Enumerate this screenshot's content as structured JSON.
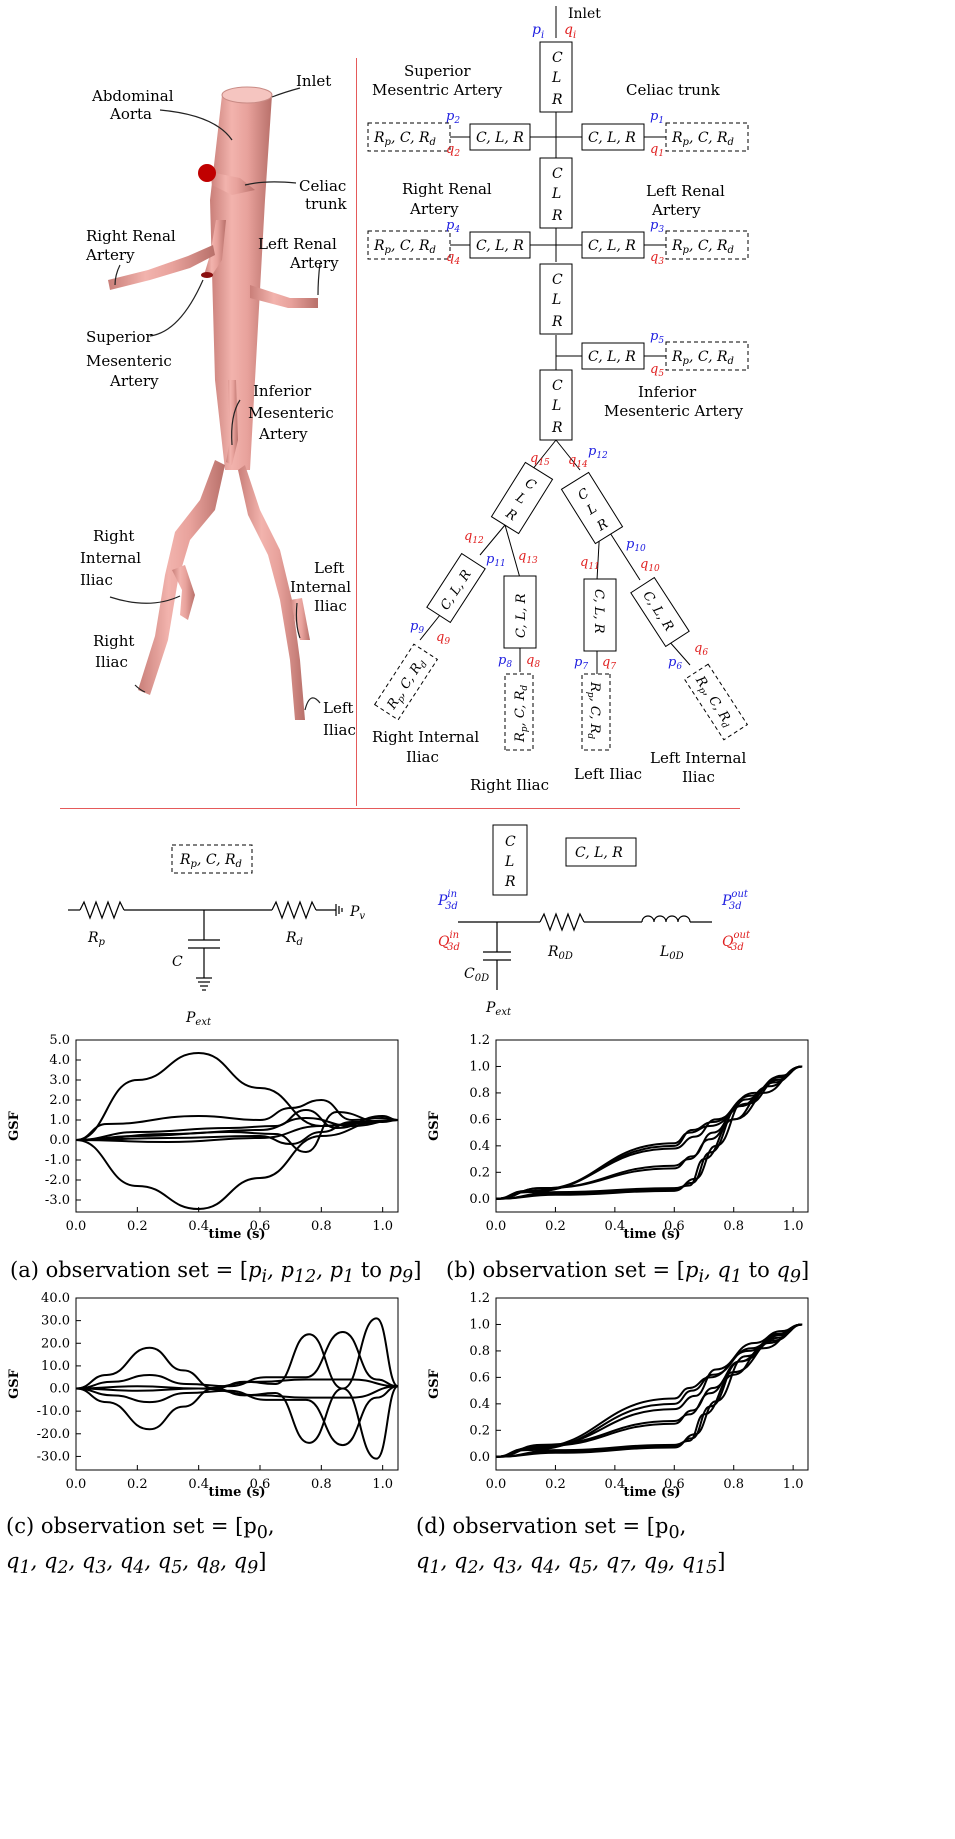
{
  "anatomy": {
    "labels": {
      "inlet": "Inlet",
      "abdominal_aorta": [
        "Abdominal",
        "Aorta"
      ],
      "celiac_trunk": [
        "Celiac",
        "trunk"
      ],
      "right_renal_artery": [
        "Right Renal",
        "Artery"
      ],
      "left_renal_artery": [
        "Left Renal",
        "Artery"
      ],
      "superior_mesenteric_artery": [
        "Superior",
        "Mesenteric",
        "Artery"
      ],
      "inferior_mesenteric_artery": [
        "Inferior",
        "Mesenteric",
        "Artery"
      ],
      "right_internal_iliac": [
        "Right",
        "Internal",
        "Iliac"
      ],
      "left_internal_iliac": [
        "Left",
        "Internal",
        "Iliac"
      ],
      "right_iliac": [
        "Right",
        "Iliac"
      ],
      "left_iliac": [
        "Left",
        "Iliac"
      ]
    }
  },
  "network": {
    "inlet": "Inlet",
    "p_i": "p",
    "q_i": "q",
    "p_i_sub": "i",
    "q_i_sub": "i",
    "clr_block": [
      "C",
      "L",
      "R"
    ],
    "clr_inline": "C, L, R",
    "rcr_inline": "R",
    "rcr_rest": ", C, R",
    "rcr_p": "p",
    "rcr_d": "d",
    "labels": {
      "superior_mesentric": [
        "Superior",
        "Mesentric Artery"
      ],
      "celiac": "Celiac trunk",
      "right_renal": [
        "Right Renal",
        "Artery"
      ],
      "left_renal": [
        "Left Renal",
        "Artery"
      ],
      "inferior_mesenteric": [
        "Inferior",
        "Mesenteric Artery"
      ],
      "right_internal_iliac": [
        "Right Internal",
        "Iliac"
      ],
      "right_iliac": "Right Iliac",
      "left_iliac": "Left Iliac",
      "left_internal_iliac": [
        "Left Internal",
        "Iliac"
      ]
    },
    "ports": {
      "p": "p",
      "q": "q",
      "indices": [
        "1",
        "2",
        "3",
        "4",
        "5",
        "6",
        "7",
        "8",
        "9",
        "10",
        "11",
        "12",
        "13",
        "14",
        "15"
      ]
    }
  },
  "circuits": {
    "rcr_box": "R",
    "rcr_box_rest": ", C, R",
    "rp": "R",
    "rp_sub": "p",
    "rd": "R",
    "rd_sub": "d",
    "c": "C",
    "pv": "P",
    "pv_sub": "v",
    "pext": "P",
    "pext_sub": "ext",
    "clr_box": [
      "C",
      "L",
      "R"
    ],
    "clr_inline_box": "C, L, R",
    "p3d_in": "P",
    "p3d_out": "P",
    "q3d_in": "Q",
    "q3d_out": "Q",
    "sub_3d": "3d",
    "sup_in": "in",
    "sup_out": "out",
    "r0d": "R",
    "l0d": "L",
    "c0d": "C",
    "sub_0d": "0D"
  },
  "chart_data": [
    {
      "type": "line",
      "panel": "a",
      "xlabel": "time (s)",
      "ylabel": "GSF",
      "xlim": [
        0.0,
        1.05
      ],
      "ylim": [
        -3.6,
        5.0
      ],
      "xticks": [
        "0.0",
        "0.2",
        "0.4",
        "0.6",
        "0.8",
        "1.0"
      ],
      "yticks": [
        "5.0",
        "4.0",
        "3.0",
        "2.0",
        "1.0",
        "0.0",
        "-1.0",
        "-2.0",
        "-3.0"
      ],
      "series": [
        {
          "x": [
            0,
            0.2,
            0.4,
            0.6,
            0.8,
            1.0,
            1.05
          ],
          "y": [
            0,
            3.0,
            4.35,
            2.6,
            0.7,
            0.95,
            1.0
          ]
        },
        {
          "x": [
            0,
            0.2,
            0.4,
            0.6,
            0.8,
            1.0,
            1.05
          ],
          "y": [
            0,
            -2.3,
            -3.45,
            -1.9,
            0.2,
            0.95,
            1.0
          ]
        },
        {
          "x": [
            0,
            0.1,
            0.4,
            0.6,
            0.7,
            0.8,
            0.9,
            1.0,
            1.05
          ],
          "y": [
            0,
            0.8,
            1.2,
            1.0,
            1.6,
            2.0,
            1.0,
            1.1,
            1.0
          ]
        },
        {
          "x": [
            0,
            0.2,
            0.5,
            0.65,
            0.75,
            0.85,
            1.0,
            1.05
          ],
          "y": [
            0,
            0.4,
            0.6,
            0.7,
            1.5,
            0.6,
            1.2,
            1.0
          ]
        },
        {
          "x": [
            0,
            0.2,
            0.5,
            0.65,
            0.75,
            0.85,
            1.0,
            1.05
          ],
          "y": [
            0,
            0.2,
            0.4,
            0.3,
            -0.6,
            1.4,
            0.9,
            1.0
          ]
        },
        {
          "x": [
            0,
            0.3,
            0.6,
            0.7,
            0.8,
            0.9,
            1.05
          ],
          "y": [
            0,
            0.1,
            0.2,
            -0.2,
            0.4,
            0.9,
            1.0
          ]
        },
        {
          "x": [
            0,
            0.3,
            0.6,
            0.8,
            0.9,
            1.05
          ],
          "y": [
            0,
            -0.1,
            0.1,
            0.7,
            0.8,
            1.0
          ]
        },
        {
          "x": [
            0,
            0.3,
            0.6,
            0.75,
            0.9,
            1.05
          ],
          "y": [
            0,
            0.3,
            0.5,
            1.1,
            0.7,
            1.0
          ]
        }
      ]
    },
    {
      "type": "line",
      "panel": "b",
      "xlabel": "time (s)",
      "ylabel": "GSF",
      "xlim": [
        0.0,
        1.05
      ],
      "ylim": [
        -0.1,
        1.2
      ],
      "xticks": [
        "0.0",
        "0.2",
        "0.4",
        "0.6",
        "0.8",
        "1.0"
      ],
      "yticks": [
        "1.2",
        "1.0",
        "0.8",
        "0.6",
        "0.4",
        "0.2",
        "0.0"
      ],
      "series": [
        {
          "x": [
            0,
            0.1,
            0.6,
            0.65,
            0.72,
            0.85,
            0.95,
            1.03
          ],
          "y": [
            0,
            0.05,
            0.42,
            0.5,
            0.55,
            0.72,
            0.9,
            1.0
          ]
        },
        {
          "x": [
            0,
            0.1,
            0.6,
            0.66,
            0.73,
            0.86,
            0.95,
            1.03
          ],
          "y": [
            0,
            0.05,
            0.4,
            0.52,
            0.58,
            0.78,
            0.92,
            1.0
          ]
        },
        {
          "x": [
            0,
            0.1,
            0.6,
            0.67,
            0.74,
            0.87,
            0.96,
            1.03
          ],
          "y": [
            0,
            0.06,
            0.38,
            0.47,
            0.6,
            0.8,
            0.93,
            1.0
          ]
        },
        {
          "x": [
            0,
            0.15,
            0.6,
            0.65,
            0.72,
            0.8,
            0.95,
            1.03
          ],
          "y": [
            0,
            0.08,
            0.25,
            0.3,
            0.45,
            0.6,
            0.9,
            1.0
          ]
        },
        {
          "x": [
            0,
            0.15,
            0.6,
            0.66,
            0.73,
            0.82,
            0.96,
            1.03
          ],
          "y": [
            0,
            0.08,
            0.23,
            0.32,
            0.5,
            0.7,
            0.92,
            1.0
          ]
        },
        {
          "x": [
            0,
            0.2,
            0.6,
            0.65,
            0.7,
            0.8,
            0.9,
            1.03
          ],
          "y": [
            0,
            0.05,
            0.08,
            0.1,
            0.3,
            0.6,
            0.8,
            1.0
          ]
        },
        {
          "x": [
            0,
            0.2,
            0.6,
            0.66,
            0.72,
            0.82,
            0.92,
            1.03
          ],
          "y": [
            0,
            0.04,
            0.07,
            0.12,
            0.35,
            0.7,
            0.85,
            1.0
          ]
        },
        {
          "x": [
            0,
            0.2,
            0.6,
            0.67,
            0.74,
            0.84,
            0.94,
            1.03
          ],
          "y": [
            0,
            0.03,
            0.06,
            0.15,
            0.4,
            0.75,
            0.88,
            1.0
          ]
        }
      ]
    },
    {
      "type": "line",
      "panel": "c",
      "xlabel": "time (s)",
      "ylabel": "GSF",
      "xlim": [
        0.0,
        1.05
      ],
      "ylim": [
        -36.0,
        40.0
      ],
      "xticks": [
        "0.0",
        "0.2",
        "0.4",
        "0.6",
        "0.8",
        "1.0"
      ],
      "yticks": [
        "40.0",
        "30.0",
        "20.0",
        "10.0",
        "0.0",
        "-10.0",
        "-20.0",
        "-30.0"
      ],
      "series": [
        {
          "x": [
            0,
            0.1,
            0.24,
            0.35,
            0.45,
            0.55,
            0.65,
            0.76,
            0.87,
            0.98,
            1.05
          ],
          "y": [
            0,
            6,
            18,
            8,
            0,
            3,
            2,
            24,
            0,
            31,
            1
          ]
        },
        {
          "x": [
            0,
            0.1,
            0.24,
            0.35,
            0.45,
            0.55,
            0.65,
            0.76,
            0.87,
            0.98,
            1.05
          ],
          "y": [
            0,
            -6,
            -18,
            -8,
            0,
            -3,
            -2,
            -24,
            0,
            -31,
            1
          ]
        },
        {
          "x": [
            0,
            0.12,
            0.24,
            0.36,
            0.5,
            0.62,
            0.75,
            0.87,
            0.98,
            1.05
          ],
          "y": [
            0,
            3,
            6,
            2,
            1,
            5,
            5,
            25,
            4,
            1
          ]
        },
        {
          "x": [
            0,
            0.12,
            0.24,
            0.36,
            0.5,
            0.62,
            0.75,
            0.87,
            0.98,
            1.05
          ],
          "y": [
            0,
            -3,
            -6,
            -2,
            -1,
            -5,
            -5,
            -25,
            -4,
            1
          ]
        },
        {
          "x": [
            0,
            0.2,
            0.4,
            0.6,
            0.75,
            0.9,
            1.05
          ],
          "y": [
            0,
            1,
            0,
            3,
            4,
            4,
            1
          ]
        },
        {
          "x": [
            0,
            0.2,
            0.4,
            0.6,
            0.75,
            0.9,
            1.05
          ],
          "y": [
            0,
            -1,
            0,
            -3,
            -4,
            -4,
            1
          ]
        }
      ]
    },
    {
      "type": "line",
      "panel": "d",
      "xlabel": "time (s)",
      "ylabel": "GSF",
      "xlim": [
        0.0,
        1.05
      ],
      "ylim": [
        -0.1,
        1.2
      ],
      "xticks": [
        "0.0",
        "0.2",
        "0.4",
        "0.6",
        "0.8",
        "1.0"
      ],
      "yticks": [
        "1.2",
        "1.0",
        "0.8",
        "0.6",
        "0.4",
        "0.2",
        "0.0"
      ],
      "series": [
        {
          "x": [
            0,
            0.1,
            0.6,
            0.65,
            0.72,
            0.85,
            0.95,
            1.03
          ],
          "y": [
            0,
            0.06,
            0.44,
            0.52,
            0.6,
            0.8,
            0.92,
            1.0
          ]
        },
        {
          "x": [
            0,
            0.1,
            0.6,
            0.66,
            0.73,
            0.86,
            0.95,
            1.03
          ],
          "y": [
            0,
            0.05,
            0.4,
            0.5,
            0.62,
            0.82,
            0.93,
            1.0
          ]
        },
        {
          "x": [
            0,
            0.12,
            0.6,
            0.67,
            0.74,
            0.87,
            0.96,
            1.03
          ],
          "y": [
            0,
            0.07,
            0.36,
            0.46,
            0.66,
            0.86,
            0.95,
            1.0
          ]
        },
        {
          "x": [
            0,
            0.15,
            0.6,
            0.65,
            0.72,
            0.8,
            0.95,
            1.03
          ],
          "y": [
            0,
            0.09,
            0.27,
            0.32,
            0.48,
            0.64,
            0.9,
            1.0
          ]
        },
        {
          "x": [
            0,
            0.15,
            0.6,
            0.66,
            0.73,
            0.82,
            0.96,
            1.03
          ],
          "y": [
            0,
            0.08,
            0.25,
            0.35,
            0.52,
            0.72,
            0.92,
            1.0
          ]
        },
        {
          "x": [
            0,
            0.2,
            0.6,
            0.65,
            0.7,
            0.8,
            0.9,
            1.03
          ],
          "y": [
            0,
            0.05,
            0.09,
            0.12,
            0.32,
            0.62,
            0.82,
            1.0
          ]
        },
        {
          "x": [
            0,
            0.2,
            0.6,
            0.66,
            0.72,
            0.82,
            0.92,
            1.03
          ],
          "y": [
            0,
            0.04,
            0.08,
            0.14,
            0.38,
            0.72,
            0.86,
            1.0
          ]
        },
        {
          "x": [
            0,
            0.2,
            0.6,
            0.67,
            0.74,
            0.84,
            0.94,
            1.03
          ],
          "y": [
            0,
            0.03,
            0.07,
            0.17,
            0.42,
            0.76,
            0.88,
            1.0
          ]
        }
      ]
    }
  ],
  "captions": {
    "a_prefix": "(a) observation set = [",
    "a_body": "p",
    "b_prefix": "(b) observation set = [",
    "c_line1": "(c)      observation      set      =      [p",
    "c_line2": "q",
    "d_line1": "(d)      observation      set      =      [p",
    "d_line2": "q"
  }
}
